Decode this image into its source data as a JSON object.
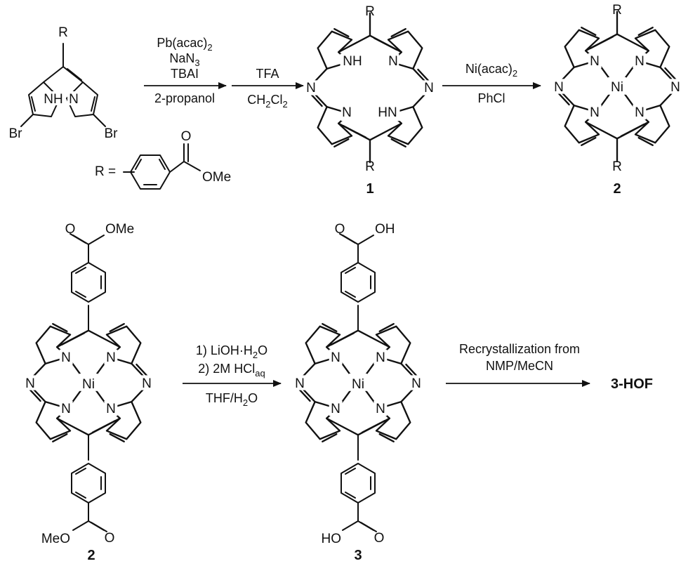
{
  "atoms": {
    "R": "R",
    "N": "N",
    "NH": "NH",
    "HN": "HN",
    "Ni": "Ni",
    "Br": "Br",
    "O": "O",
    "OMe": "OMe",
    "MeO": "MeO",
    "OH": "OH",
    "HO": "HO",
    "R_eq": "R ="
  },
  "step1": {
    "reagent1": "Pb(acac)",
    "reagent1_sub": "2",
    "reagent2": "NaN",
    "reagent2_sub": "3",
    "reagent3": "TBAI",
    "solvent": "2-propanol"
  },
  "step2": {
    "reagent": "TFA",
    "solvent_a": "CH",
    "solvent_sub1": "2",
    "solvent_b": "Cl",
    "solvent_sub2": "2"
  },
  "step3": {
    "reagent": "Ni(acac)",
    "reagent_sub": "2",
    "solvent": "PhCl"
  },
  "step4": {
    "line1": "1) LiOH·H",
    "line1_sub": "2",
    "line1_end": "O",
    "line2": "2) 2M HCl",
    "line2_sub": "aq",
    "solvent_a": "THF/H",
    "solvent_sub": "2",
    "solvent_b": "O"
  },
  "step5": {
    "line1": "Recrystallization from",
    "line2": "NMP/MeCN"
  },
  "labels": {
    "c1": "1",
    "c2_top": "2",
    "c2_bottom": "2",
    "c3": "3",
    "product": "3-HOF"
  }
}
